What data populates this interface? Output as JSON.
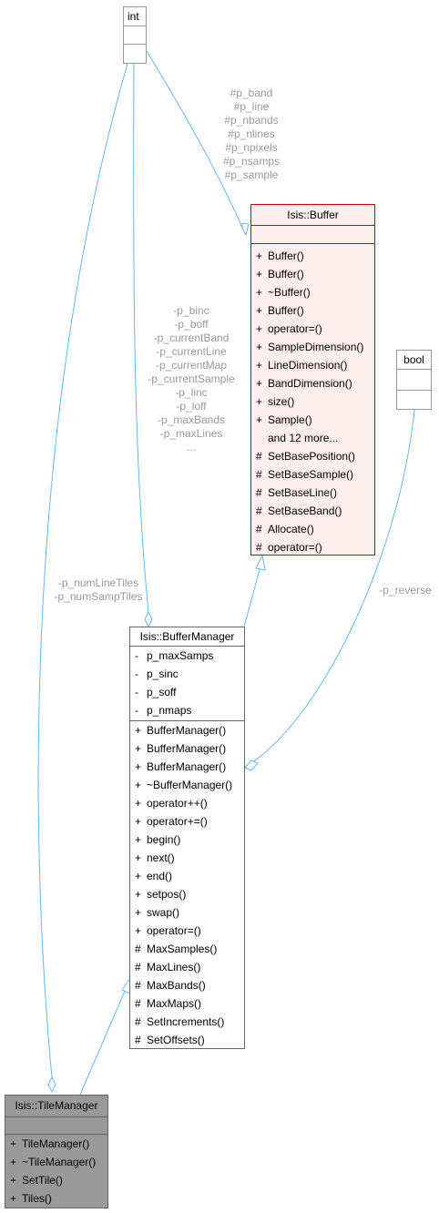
{
  "classes": {
    "int": {
      "name": "int"
    },
    "bool": {
      "name": "bool"
    },
    "buffer": {
      "name": "Isis::Buffer",
      "methods": [
        {
          "vis": "+",
          "name": "Buffer()"
        },
        {
          "vis": "+",
          "name": "Buffer()"
        },
        {
          "vis": "+",
          "name": "~Buffer()"
        },
        {
          "vis": "+",
          "name": "Buffer()"
        },
        {
          "vis": "+",
          "name": "operator=()"
        },
        {
          "vis": "+",
          "name": "SampleDimension()"
        },
        {
          "vis": "+",
          "name": "LineDimension()"
        },
        {
          "vis": "+",
          "name": "BandDimension()"
        },
        {
          "vis": "+",
          "name": "size()"
        },
        {
          "vis": "+",
          "name": "Sample()"
        },
        {
          "vis": "",
          "name": "and 12 more..."
        },
        {
          "vis": "#",
          "name": "SetBasePosition()"
        },
        {
          "vis": "#",
          "name": "SetBaseSample()"
        },
        {
          "vis": "#",
          "name": "SetBaseLine()"
        },
        {
          "vis": "#",
          "name": "SetBaseBand()"
        },
        {
          "vis": "#",
          "name": "Allocate()"
        },
        {
          "vis": "#",
          "name": "operator=()"
        }
      ]
    },
    "buffer_manager": {
      "name": "Isis::BufferManager",
      "attributes": [
        {
          "vis": "-",
          "name": "p_maxSamps"
        },
        {
          "vis": "-",
          "name": "p_sinc"
        },
        {
          "vis": "-",
          "name": "p_soff"
        },
        {
          "vis": "-",
          "name": "p_nmaps"
        }
      ],
      "methods": [
        {
          "vis": "+",
          "name": "BufferManager()"
        },
        {
          "vis": "+",
          "name": "BufferManager()"
        },
        {
          "vis": "+",
          "name": "BufferManager()"
        },
        {
          "vis": "+",
          "name": "~BufferManager()"
        },
        {
          "vis": "+",
          "name": "operator++()"
        },
        {
          "vis": "+",
          "name": "operator+=()"
        },
        {
          "vis": "+",
          "name": "begin()"
        },
        {
          "vis": "+",
          "name": "next()"
        },
        {
          "vis": "+",
          "name": "end()"
        },
        {
          "vis": "+",
          "name": "setpos()"
        },
        {
          "vis": "+",
          "name": "swap()"
        },
        {
          "vis": "+",
          "name": "operator=()"
        },
        {
          "vis": "#",
          "name": "MaxSamples()"
        },
        {
          "vis": "#",
          "name": "MaxLines()"
        },
        {
          "vis": "#",
          "name": "MaxBands()"
        },
        {
          "vis": "#",
          "name": "MaxMaps()"
        },
        {
          "vis": "#",
          "name": "SetIncrements()"
        },
        {
          "vis": "#",
          "name": "SetOffsets()"
        }
      ]
    },
    "tile_manager": {
      "name": "Isis::TileManager",
      "methods": [
        {
          "vis": "+",
          "name": "TileManager()"
        },
        {
          "vis": "+",
          "name": "~TileManager()"
        },
        {
          "vis": "+",
          "name": "SetTile()"
        },
        {
          "vis": "+",
          "name": "Tiles()"
        }
      ]
    }
  },
  "edge_labels": {
    "int_to_buffer": [
      "#p_band",
      "#p_line",
      "#p_nbands",
      "#p_nlines",
      "#p_npixels",
      "#p_nsamps",
      "#p_sample"
    ],
    "int_to_buffer_manager": [
      "-p_binc",
      "-p_boff",
      "-p_currentBand",
      "-p_currentLine",
      "-p_currentMap",
      "-p_currentSample",
      "-p_linc",
      "-p_loff",
      "-p_maxBands",
      "-p_maxLines",
      "..."
    ],
    "int_to_tile_manager": [
      "-p_numLineTiles",
      "-p_numSampTiles"
    ],
    "bool_to_buffer_manager": [
      "-p_reverse"
    ]
  },
  "colors": {
    "edge": "#63b8ff",
    "label": "#9a9a9a",
    "buffer_fill": "#fff0f0",
    "buffer_border": "#cc0000",
    "tile_manager_fill": "#999999"
  }
}
